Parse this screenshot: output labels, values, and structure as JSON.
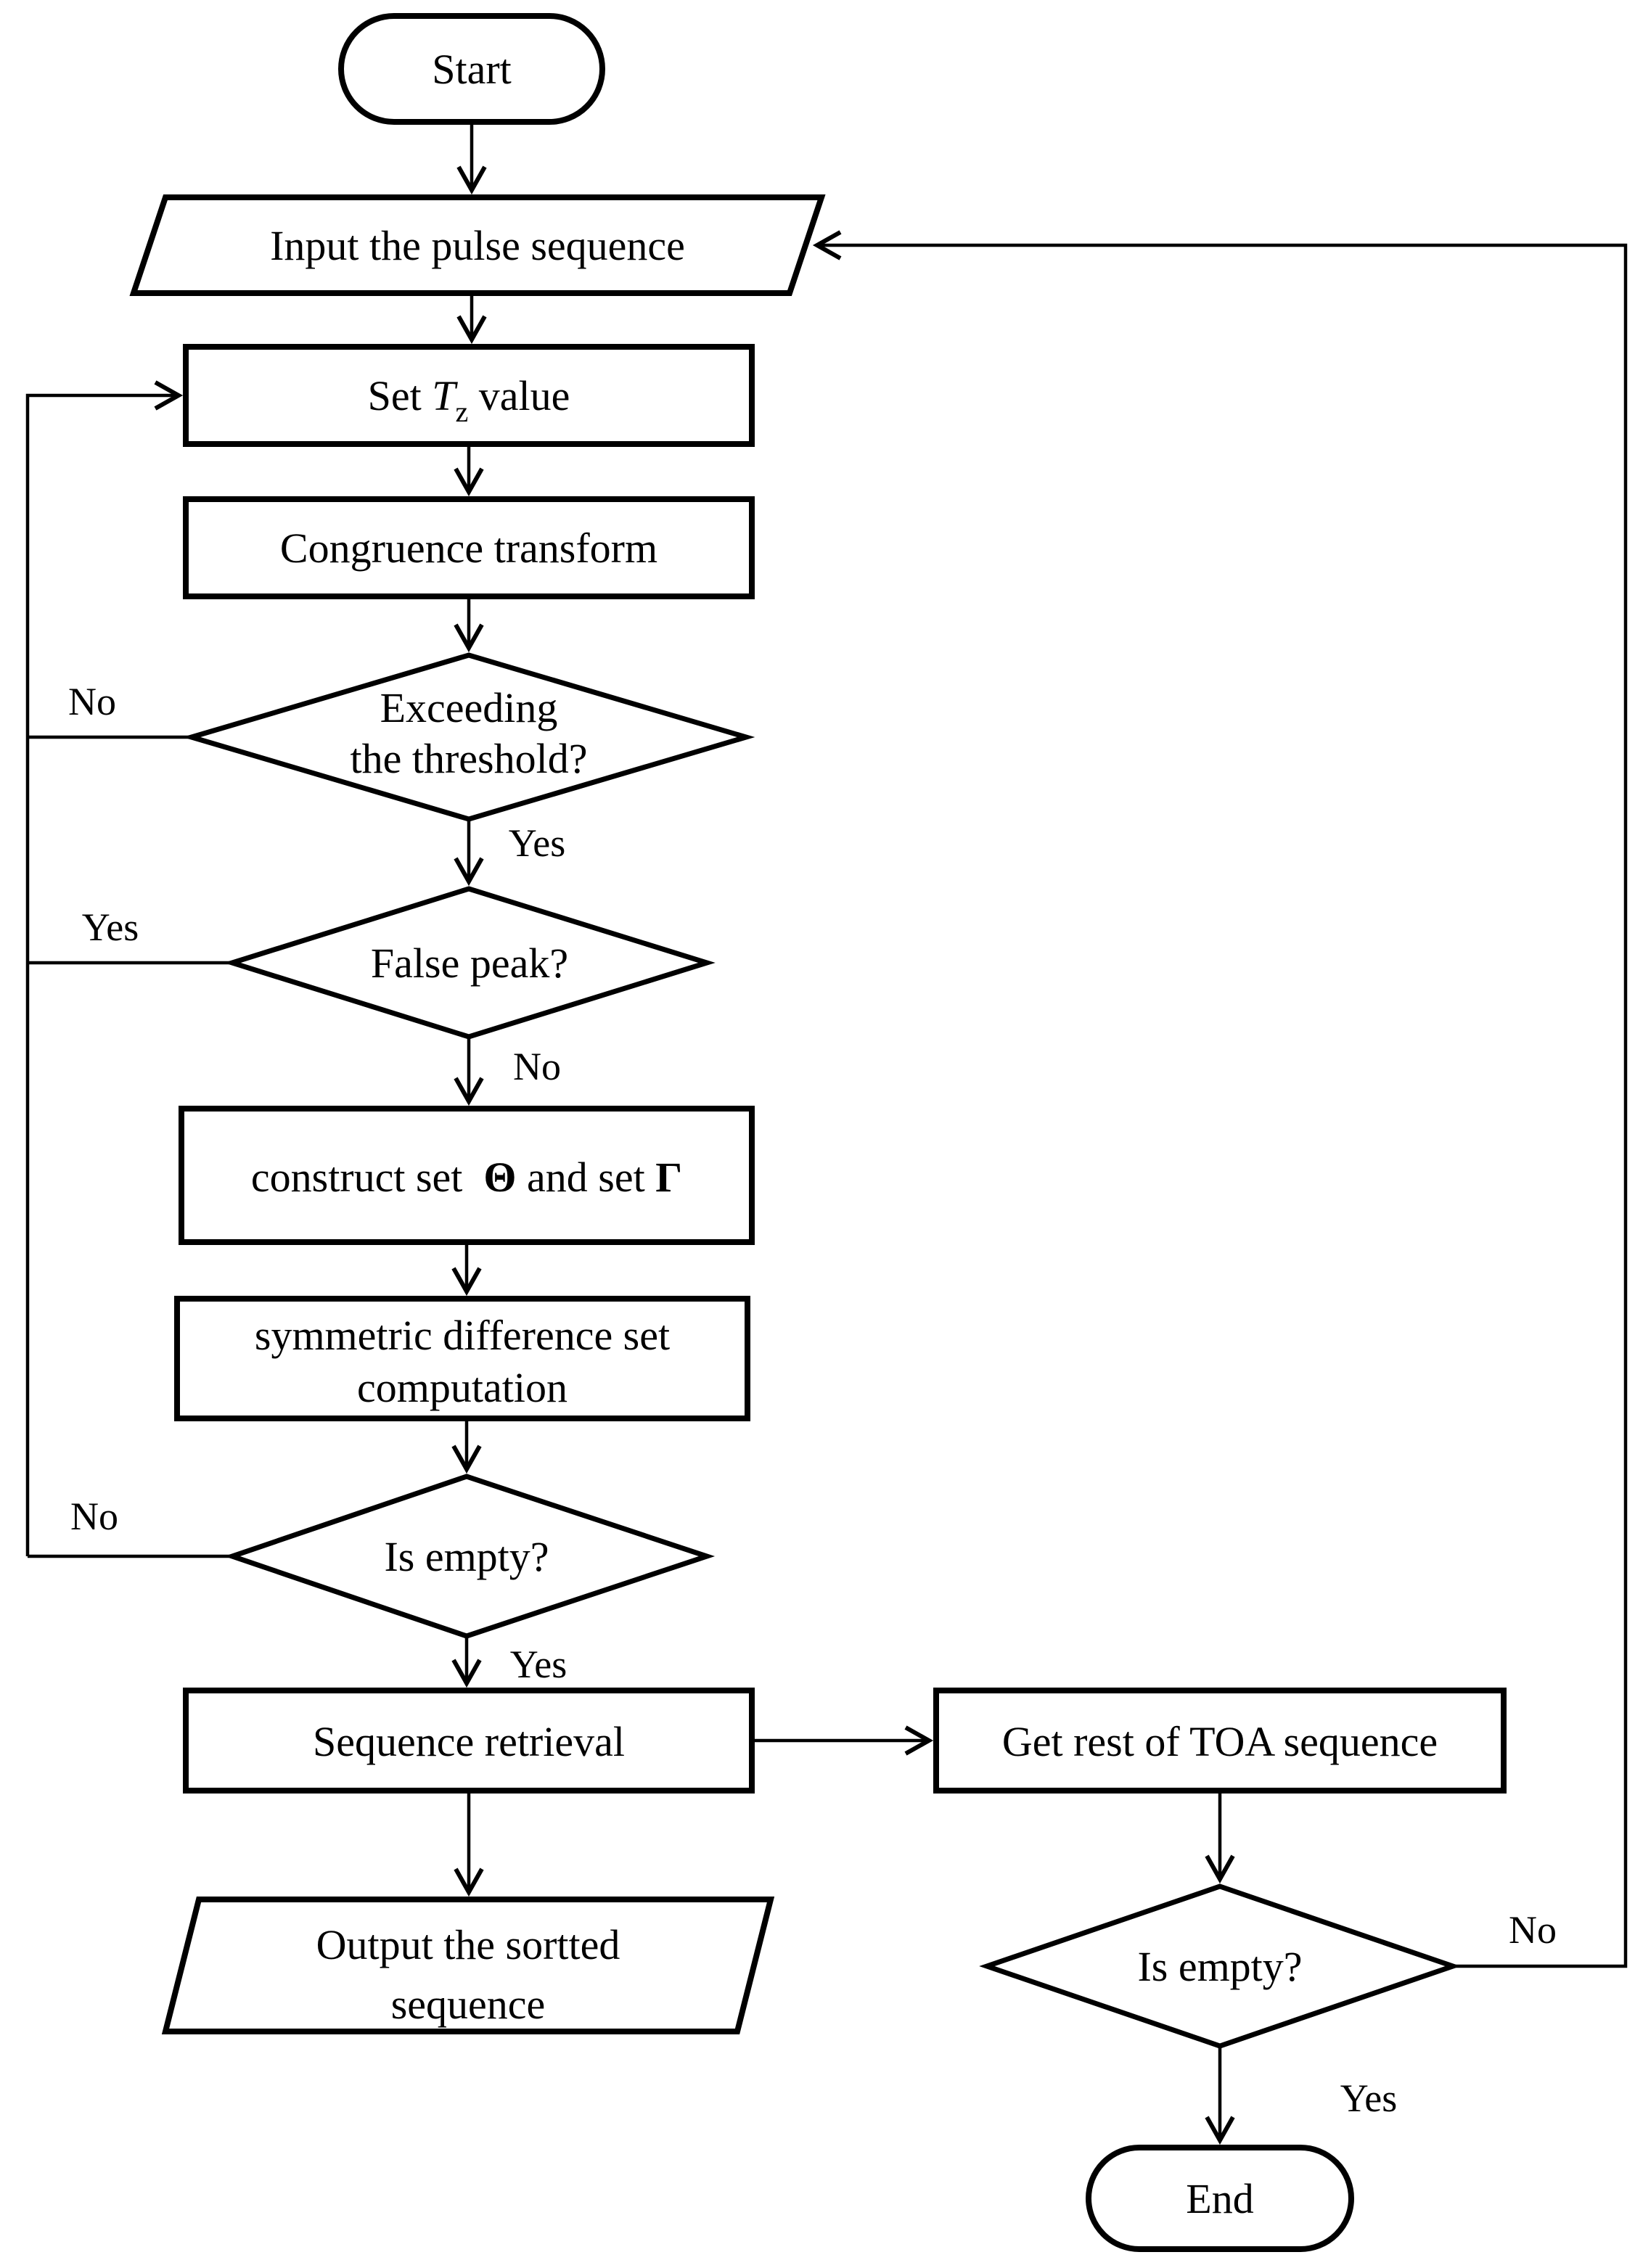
{
  "diagram": {
    "title": "TOA pulse-sorting algorithm flowchart",
    "colors": {
      "stroke": "#000000",
      "fill": "#ffffff",
      "text": "#000000"
    },
    "nodes": {
      "start": {
        "label": "Start",
        "shape": "terminator"
      },
      "input_pulse": {
        "label": "Input the pulse sequence",
        "shape": "io-parallelogram"
      },
      "set_tz": {
        "prefix": "Set ",
        "var": "T",
        "sub": "z",
        "suffix": " value",
        "shape": "process"
      },
      "congruence": {
        "label": "Congruence transform",
        "shape": "process"
      },
      "exceeding": {
        "line1": "Exceeding",
        "line2": "the threshold?",
        "shape": "decision"
      },
      "false_peak": {
        "label": "False peak?",
        "shape": "decision"
      },
      "construct": {
        "prefix": "construct set  ",
        "theta": "Θ",
        "mid": " and set ",
        "gamma": "Γ",
        "shape": "process"
      },
      "symmetric": {
        "line1": "symmetric difference set",
        "line2": "computation",
        "shape": "process"
      },
      "is_empty_left": {
        "label": "Is empty?",
        "shape": "decision"
      },
      "seq_retrieval": {
        "label": "Sequence retrieval",
        "shape": "process"
      },
      "get_rest": {
        "label": "Get rest of TOA sequence",
        "shape": "process"
      },
      "output_sorted": {
        "line1": "Output the sortted",
        "line2": "sequence",
        "shape": "io-parallelogram"
      },
      "is_empty_right": {
        "label": "Is empty?",
        "shape": "decision"
      },
      "end": {
        "label": "End",
        "shape": "terminator"
      }
    },
    "edge_labels": {
      "exceeding_no": "No",
      "exceeding_yes": "Yes",
      "false_peak_yes": "Yes",
      "false_peak_no": "No",
      "is_empty_left_no": "No",
      "is_empty_left_yes": "Yes",
      "is_empty_right_no": "No",
      "is_empty_right_yes": "Yes"
    }
  }
}
